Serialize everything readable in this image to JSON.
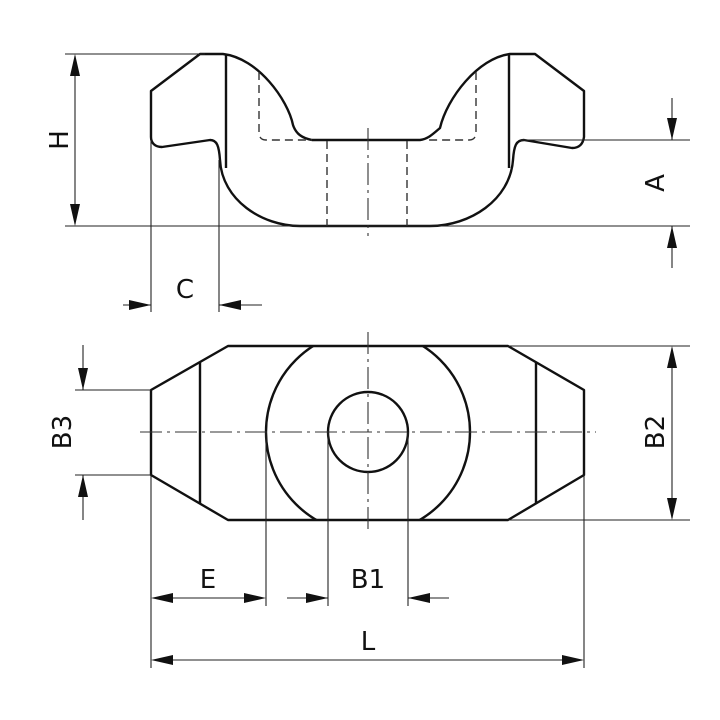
{
  "title": "Wing nut technical drawing",
  "dimensions": {
    "H": "H",
    "A": "A",
    "C": "C",
    "B3": "B3",
    "B2": "B2",
    "E": "E",
    "B1": "B1",
    "L": "L"
  }
}
